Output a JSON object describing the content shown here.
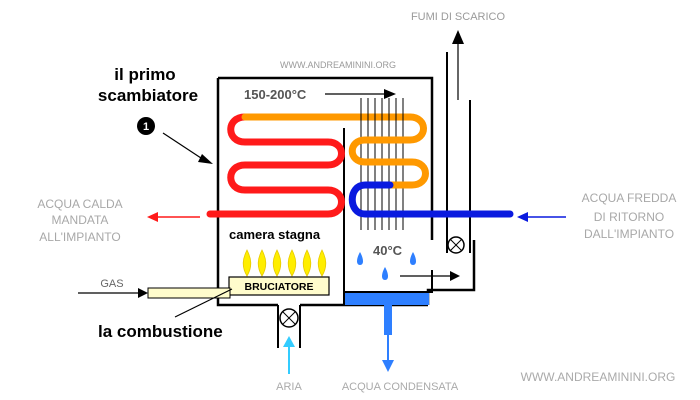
{
  "labels": {
    "fumi": "FUMI DI SCARICO",
    "watermark_top": "WWW.ANDREAMININI.ORG",
    "watermark_bottom": "WWW.ANDREAMININI.ORG",
    "primo_line1": "il primo",
    "primo_line2": "scambiatore",
    "badge": "1",
    "temp_high": "150-200°C",
    "acqua_calda_1": "ACQUA CALDA",
    "acqua_calda_2": "MANDATA",
    "acqua_calda_3": "ALL'IMPIANTO",
    "acqua_fredda_1": "ACQUA FREDDA",
    "acqua_fredda_2": "DI RITORNO",
    "acqua_fredda_3": "DALL'IMPIANTO",
    "camera": "camera stagna",
    "temp_low": "40°C",
    "gas": "GAS",
    "bruciatore": "BRUCIATORE",
    "combustione": "la combustione",
    "aria": "ARIA",
    "condensata": "ACQUA CONDENSATA"
  },
  "colors": {
    "hot": "#ff1a1a",
    "warm": "#ff9900",
    "cold": "#0a1adf",
    "condensate": "#2e7fff",
    "flame": "#ffee00",
    "air": "#33ccff",
    "label_grey": "#9a9a9a"
  }
}
